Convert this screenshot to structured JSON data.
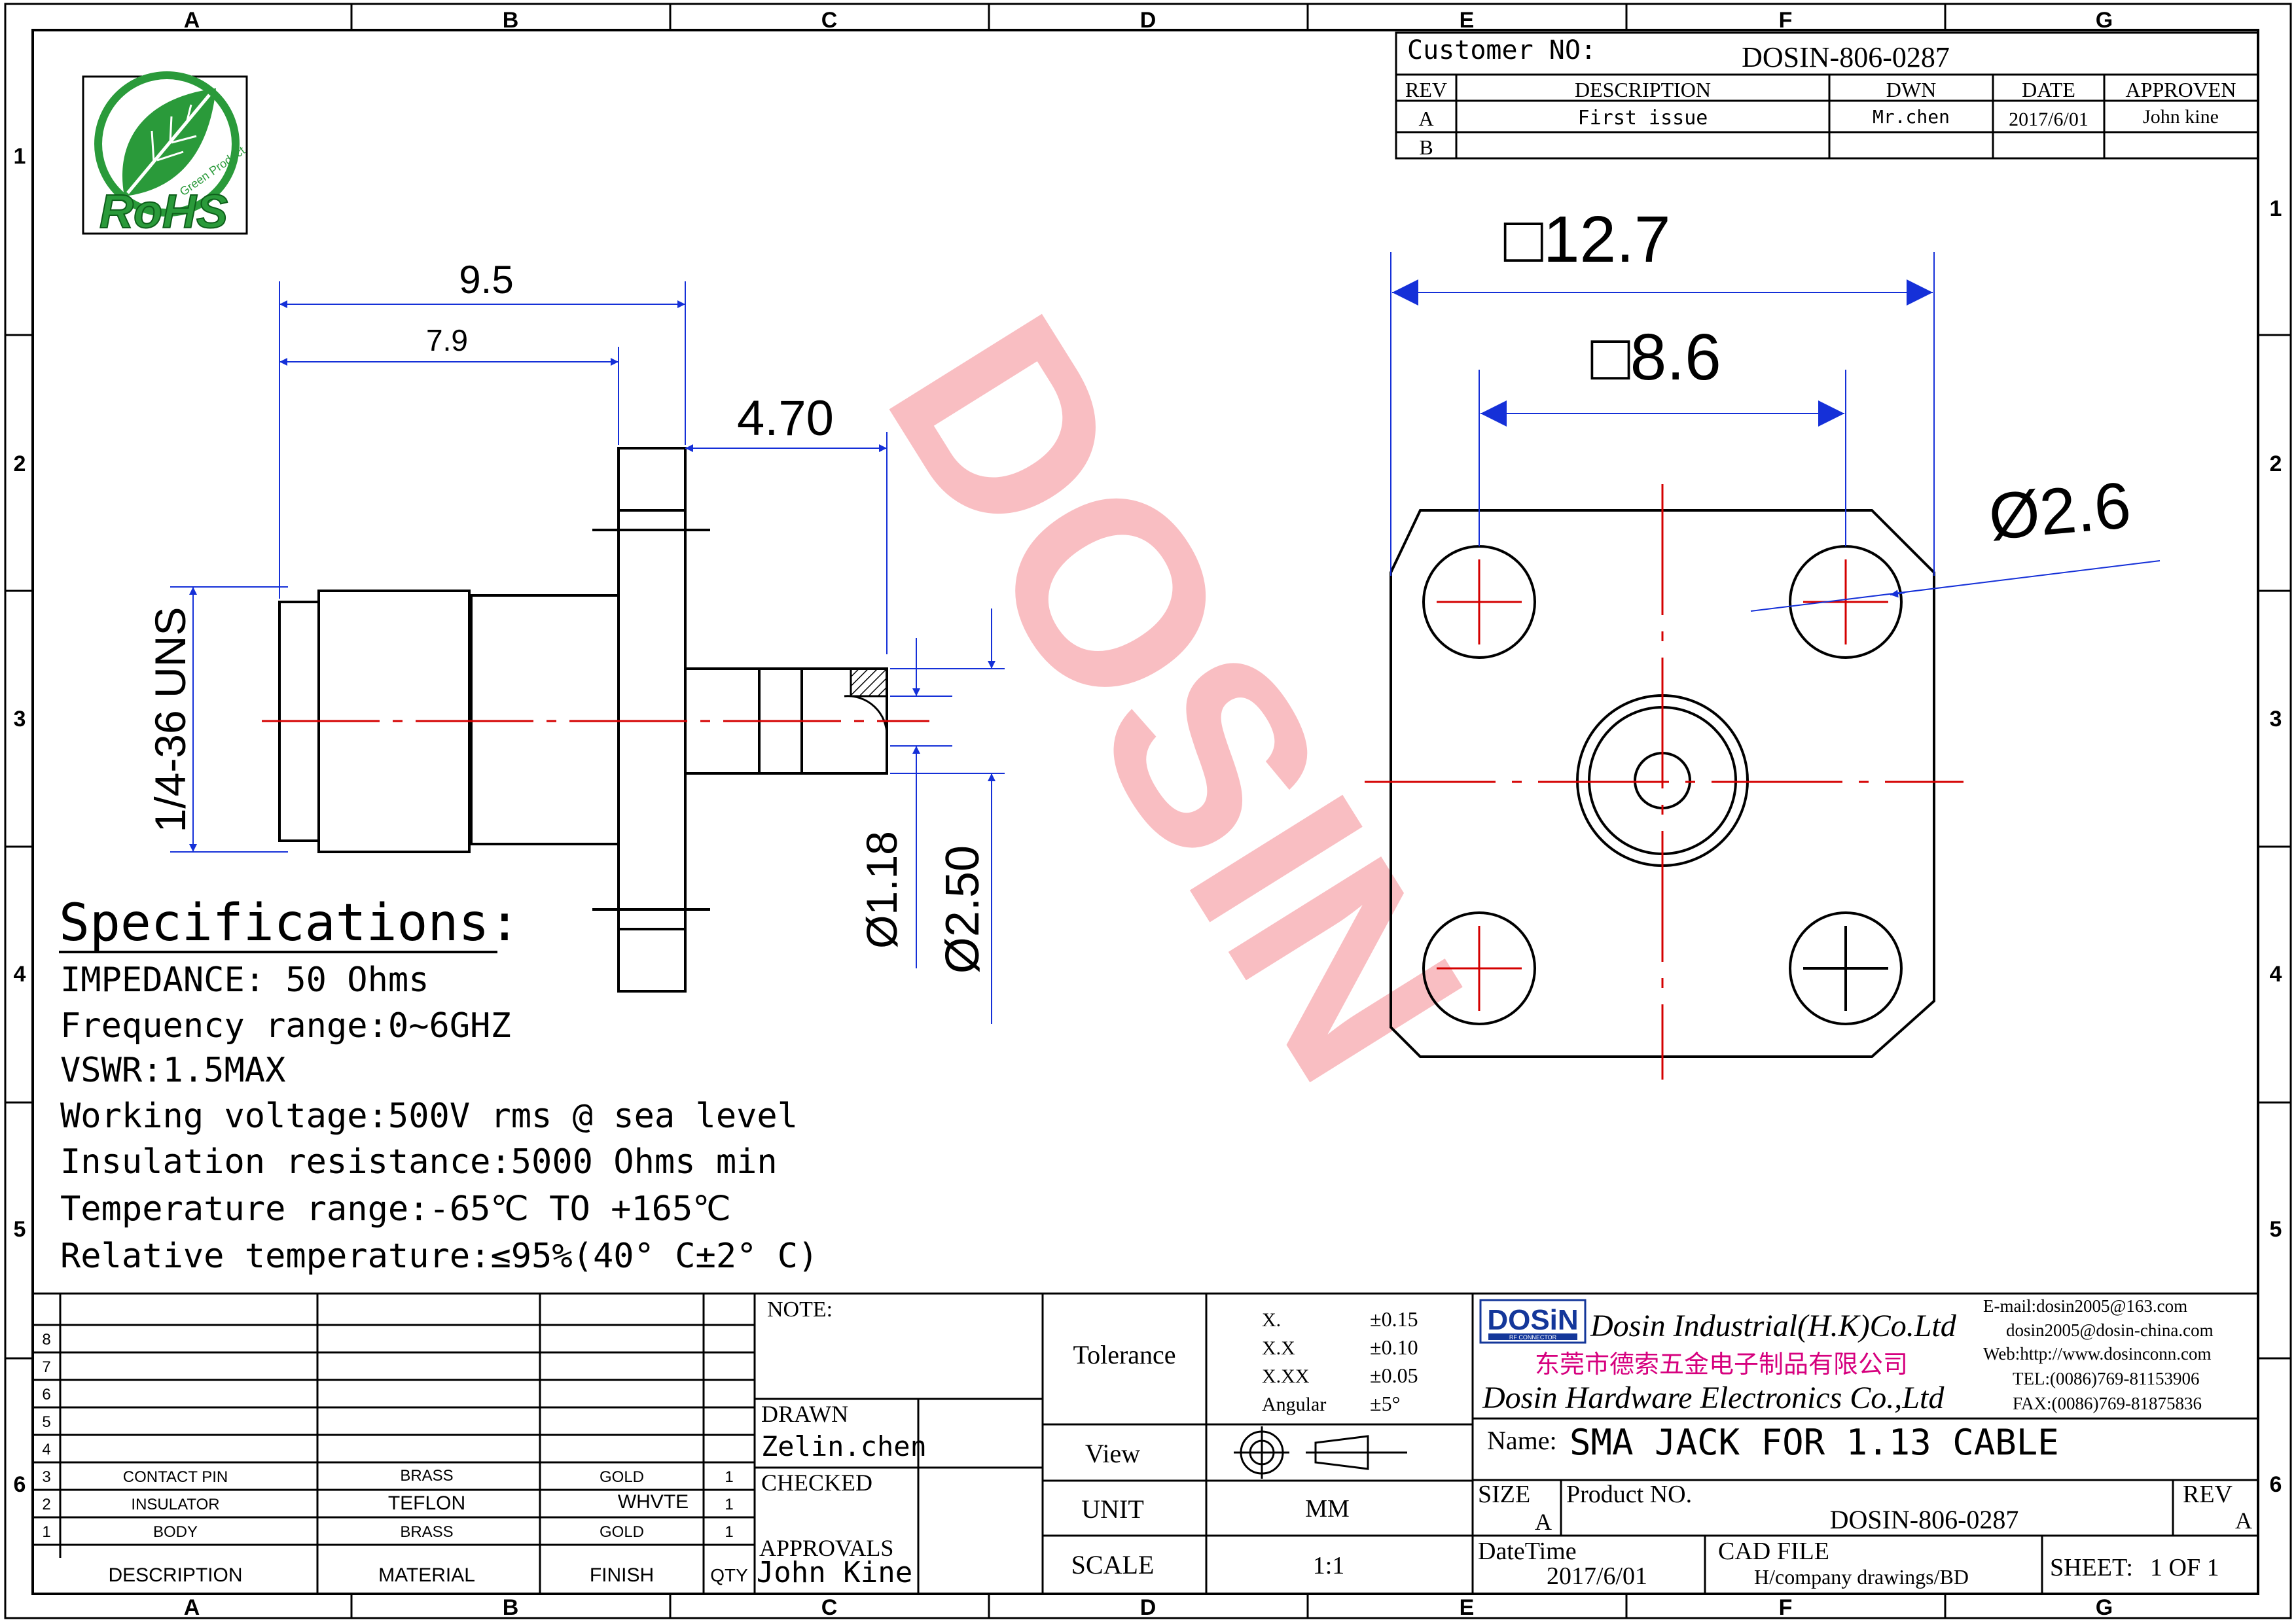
{
  "colors": {
    "line": "#000000",
    "dimension": "#1530d8",
    "centerline": "#d40000",
    "watermark": "#f7a8ae",
    "logo_green": "#2a9a3a",
    "chinese_magenta": "#d6007e",
    "dosin_blue": "#14379a"
  },
  "border": {
    "columns": [
      "A",
      "B",
      "C",
      "D",
      "E",
      "F",
      "G"
    ],
    "rows": [
      "1",
      "2",
      "3",
      "4",
      "5",
      "6"
    ]
  },
  "logo": {
    "text": "RoHS",
    "subtext": "Green Product",
    "icon": "leaf-icon"
  },
  "watermark": "DOSIN",
  "revision": {
    "customer_label": "Customer NO:",
    "customer_no": "DOSIN-806-0287",
    "headers": [
      "REV",
      "DESCRIPTION",
      "DWN",
      "DATE",
      "APPROVEN"
    ],
    "rows": [
      [
        "A",
        "First issue",
        "Mr.chen",
        "2017/6/01",
        "John kine"
      ],
      [
        "B",
        "",
        "",
        "",
        ""
      ]
    ]
  },
  "dimensions": {
    "side_overall": "9.5",
    "side_body": "7.9",
    "side_pin": "4.70",
    "thread": "1/4-36 UNS",
    "pin_diameter": "Ø1.18",
    "dielectric_diameter": "Ø2.50",
    "flange_square": "□12.7",
    "hole_spacing": "□8.6",
    "hole_diameter": "Ø2.6"
  },
  "specifications": {
    "title": "Specifications:",
    "lines": [
      "IMPEDANCE: 50 Ohms",
      "Frequency range:0~6GHZ",
      "VSWR:1.5MAX",
      "Working voltage:500V rms @ sea level",
      "Insulation resistance:5000 Ohms min",
      "Temperature range:-65℃ TO +165℃",
      "Relative temperature:≤95%(40° C±2° C)"
    ]
  },
  "bom": {
    "row_numbers": [
      "8",
      "7",
      "6",
      "5",
      "4",
      "3",
      "2",
      "1"
    ],
    "rows": [
      {
        "no": "3",
        "description": "CONTACT PIN",
        "material": "BRASS",
        "finish": "GOLD",
        "qty": "1"
      },
      {
        "no": "2",
        "description": "INSULATOR",
        "material": "TEFLON",
        "finish": "WHVTE",
        "qty": "1"
      },
      {
        "no": "1",
        "description": "BODY",
        "material": "BRASS",
        "finish": "GOLD",
        "qty": "1"
      }
    ],
    "headers": {
      "description": "DESCRIPTION",
      "material": "MATERIAL",
      "finish": "FINISH",
      "qty": "QTY"
    }
  },
  "title_block": {
    "note_label": "NOTE:",
    "drawn_label": "DRAWN",
    "drawn_value": "Zelin.chen",
    "checked_label": "CHECKED",
    "approvals_label": "APPROVALS",
    "approvals_value": "John Kine",
    "tolerance_label": "Tolerance",
    "tolerance_rows": [
      [
        "X.",
        "±0.15"
      ],
      [
        "X.X",
        "±0.10"
      ],
      [
        "X.XX",
        "±0.05"
      ],
      [
        "Angular",
        "±5°"
      ]
    ],
    "view_label": "View",
    "unit_label": "UNIT",
    "unit_value": "MM",
    "scale_label": "SCALE",
    "scale_value": "1:1",
    "company_logo": "DOSiN",
    "company_logo_sub": "RF CONNECTOR",
    "company_en1": "Dosin Industrial(H.K)Co.Ltd",
    "company_cn": "东莞市德索五金电子制品有限公司",
    "company_en2": "Dosin Hardware Electronics Co.,Ltd",
    "contacts": [
      "E-mail:dosin2005@163.com",
      "dosin2005@dosin-china.com",
      "Web:http://www.dosinconn.com",
      "TEL:(0086)769-81153906",
      "FAX:(0086)769-81875836"
    ],
    "name_label": "Name:",
    "name_value": "SMA JACK  FOR 1.13 CABLE",
    "size_label": "SIZE",
    "size_value": "A",
    "product_label": "Product NO.",
    "product_value": "DOSIN-806-0287",
    "rev_label": "REV",
    "rev_value": "A",
    "datetime_label": "DateTime",
    "datetime_value": "2017/6/01",
    "cad_label": "CAD FILE",
    "cad_value": "H/company drawings/BD",
    "sheet_label": "SHEET:",
    "sheet_value": "1 OF 1"
  }
}
